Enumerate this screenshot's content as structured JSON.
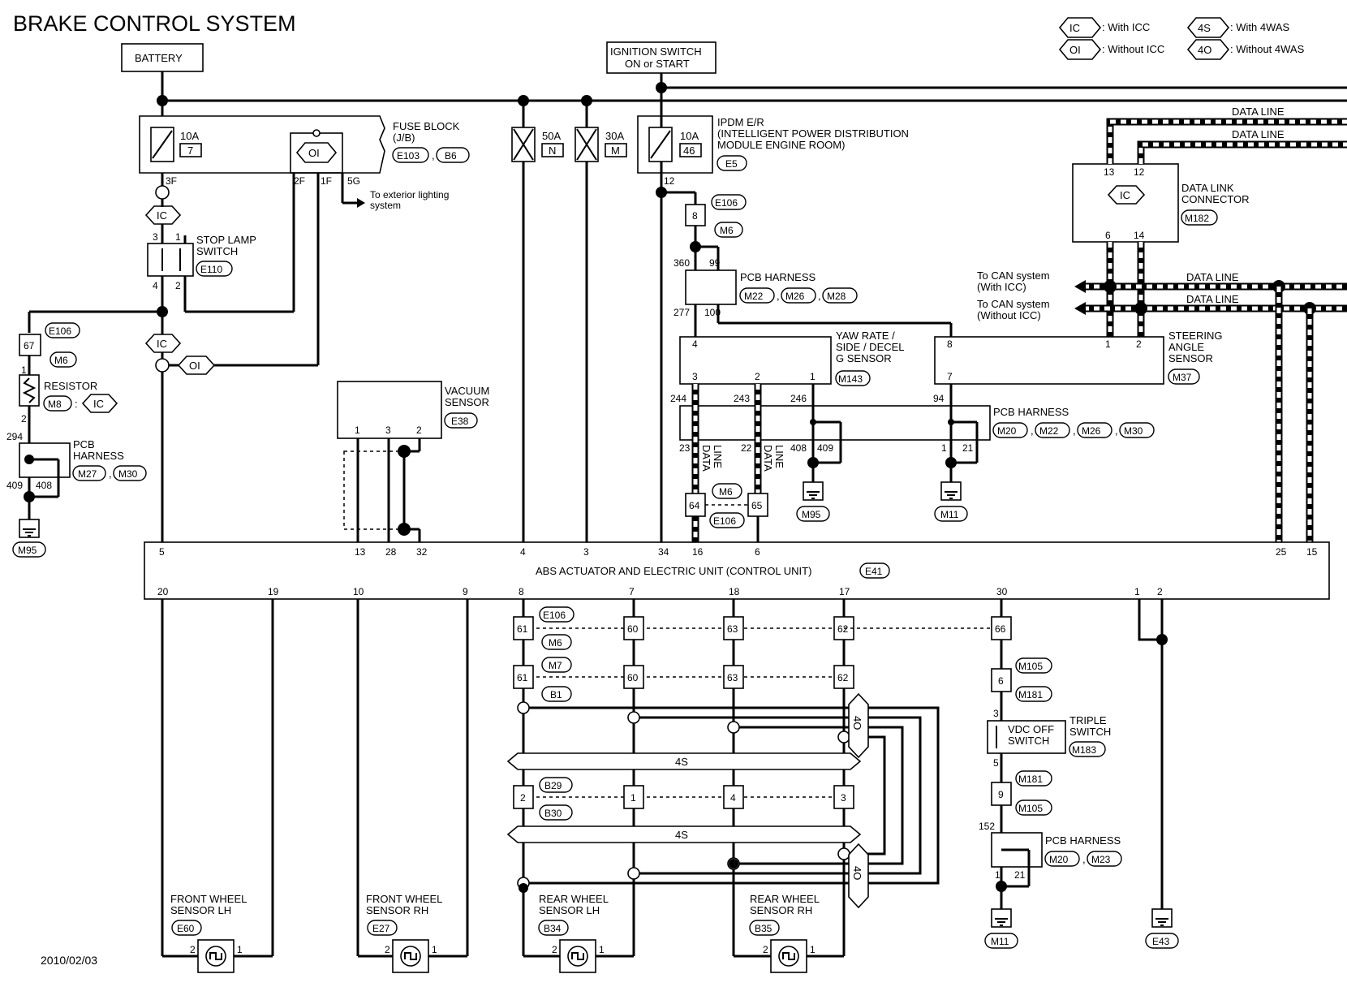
{
  "title": "BRAKE CONTROL SYSTEM",
  "date": "2010/02/03",
  "legend": {
    "ic": {
      "code": "IC",
      "text": ": With ICC"
    },
    "oi": {
      "code": "OI",
      "text": ": Without ICC"
    },
    "s4": {
      "code": "4S",
      "text": ": With 4WAS"
    },
    "o4": {
      "code": "4O",
      "text": ": Without 4WAS"
    }
  },
  "battery": "BATTERY",
  "ignition": {
    "line1": "IGNITION SWITCH",
    "line2": "ON or START"
  },
  "fuse_block": {
    "name": "FUSE BLOCK",
    "sub": "(J/B)",
    "conn": [
      "E103",
      "B6"
    ],
    "fuse10": {
      "amp": "10A",
      "num": "7"
    },
    "terms": [
      "3F",
      "2F",
      "1F",
      "5G"
    ],
    "exterior": [
      "To exterior lighting",
      "system"
    ]
  },
  "fuse50": {
    "amp": "50A",
    "num": "N"
  },
  "fuse30": {
    "amp": "30A",
    "num": "M"
  },
  "ipdm": {
    "lines": [
      "IPDM E/R",
      "(INTELLIGENT POWER DISTRIBUTION",
      "MODULE ENGINE ROOM)"
    ],
    "conn": "E5",
    "fuse": {
      "amp": "10A",
      "num": "46"
    },
    "term": "12"
  },
  "stop_lamp": {
    "name": [
      "STOP LAMP",
      "SWITCH"
    ],
    "conn": "E110",
    "pins": [
      "3",
      "1",
      "4",
      "2"
    ]
  },
  "resistor": {
    "name": "RESISTOR",
    "conn1": "E106",
    "conn2": "M6",
    "pin": "67",
    "pins": [
      "1",
      "2"
    ],
    "m8": "M8",
    "colon": ":"
  },
  "pcb_left": {
    "name": [
      "PCB",
      "HARNESS"
    ],
    "conn": [
      "M27",
      "M30"
    ],
    "pins": [
      "294",
      "409",
      "408"
    ],
    "ground": "M95"
  },
  "vacuum": {
    "name": [
      "VACUUM",
      "SENSOR"
    ],
    "conn": "E38",
    "pins": [
      "1",
      "3",
      "2"
    ]
  },
  "pcb_harness_top": {
    "name": "PCB HARNESS",
    "conn": [
      "M22",
      "M26",
      "M28"
    ],
    "pins": [
      "360",
      "99",
      "277",
      "100"
    ],
    "e106": "E106",
    "m6": "M6",
    "pin8": "8"
  },
  "yaw": {
    "name": [
      "YAW RATE /",
      "SIDE / DECEL",
      "G SENSOR"
    ],
    "conn": "M143",
    "pins": [
      "4",
      "3",
      "2",
      "1"
    ]
  },
  "steering": {
    "name": [
      "STEERING",
      "ANGLE",
      "SENSOR"
    ],
    "conn": "M37",
    "pins": [
      "8",
      "7",
      "1",
      "2"
    ]
  },
  "pcb_harness_mid": {
    "name": "PCB HARNESS",
    "conn": [
      "M20",
      "M22",
      "M26",
      "M30"
    ],
    "pins": [
      "244",
      "243",
      "246",
      "94",
      "23",
      "22",
      "408",
      "409",
      "1",
      "21"
    ],
    "ground1": "M95",
    "ground2": "M11",
    "dataline": [
      "DATA",
      "LINE"
    ],
    "e106": "E106",
    "m6": "M6",
    "j64": "64",
    "j65": "65"
  },
  "dlc": {
    "name": [
      "DATA LINK",
      "CONNECTOR"
    ],
    "conn": "M182",
    "pins": [
      "13",
      "12",
      "6",
      "14"
    ]
  },
  "data_line": "DATA LINE",
  "can": {
    "with": [
      "To CAN system",
      "(With ICC)"
    ],
    "without": [
      "To CAN system",
      "(Without ICC)"
    ]
  },
  "abs": {
    "name": "ABS ACTUATOR AND ELECTRIC UNIT (CONTROL UNIT)",
    "conn": "E41",
    "top_pins": [
      "5",
      "13",
      "28",
      "32",
      "4",
      "3",
      "34",
      "16",
      "6",
      "25",
      "15"
    ],
    "bottom_pins": [
      "20",
      "19",
      "10",
      "9",
      "8",
      "7",
      "18",
      "17",
      "30",
      "1",
      "2"
    ]
  },
  "junctions": {
    "row1": {
      "conn_a": "E106",
      "conn_b": "M6",
      "pins": [
        "61",
        "60",
        "63",
        "62",
        "66"
      ]
    },
    "row2": {
      "conn_a": "M7",
      "conn_b": "B1",
      "pins": [
        "61",
        "60",
        "63",
        "62"
      ]
    },
    "row3": {
      "conn_a": "B29",
      "conn_b": "B30",
      "pins": [
        "2",
        "1",
        "4",
        "3"
      ]
    },
    "bus_label": "4S",
    "vert_label": "4O"
  },
  "triple": {
    "name": [
      "TRIPLE",
      "SWITCH"
    ],
    "sw": [
      "VDC OFF",
      "SWITCH"
    ],
    "conn": "M183",
    "c1": "M105",
    "c2": "M181",
    "c3": "M181",
    "c4": "M105",
    "pin6": "6",
    "pin9": "9",
    "pin3": "3",
    "pin5": "5"
  },
  "pcb_harness_bot": {
    "name": "PCB HARNESS",
    "conn": [
      "M20",
      "M23"
    ],
    "pins": [
      "152",
      "1",
      "21"
    ],
    "ground": "M11"
  },
  "ground_e43": "E43",
  "sensors": {
    "flh": {
      "name": [
        "FRONT WHEEL",
        "SENSOR LH"
      ],
      "conn": "E60"
    },
    "frh": {
      "name": [
        "FRONT WHEEL",
        "SENSOR RH"
      ],
      "conn": "E27"
    },
    "rlh": {
      "name": [
        "REAR WHEEL",
        "SENSOR LH"
      ],
      "conn": "B34"
    },
    "rrh": {
      "name": [
        "REAR WHEEL",
        "SENSOR RH"
      ],
      "conn": "B35"
    },
    "pins": [
      "2",
      "1"
    ]
  }
}
